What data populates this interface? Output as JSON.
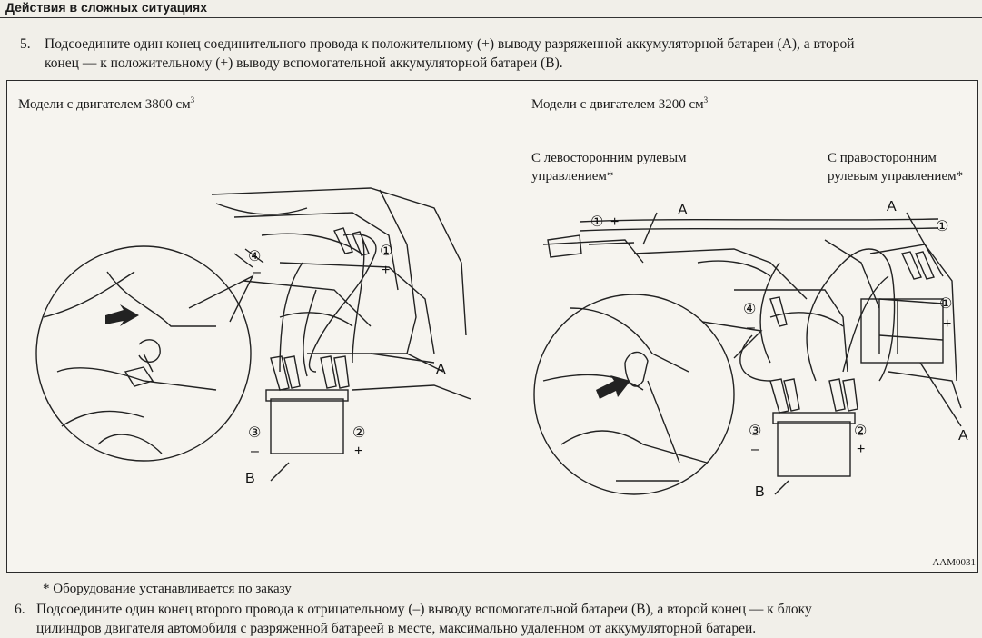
{
  "header": {
    "title": "Действия в сложных ситуациях"
  },
  "step5": {
    "number": "5.",
    "lines": [
      "Подсоедините один конец соединительного провода к положительному (+) выводу разряженной аккумуляторной батареи (А), а второй",
      "конец — к положительному (+) выводу вспомогательной аккумуляторной батареи (В)."
    ]
  },
  "figure": {
    "left_title": "Модели с двигателем 3800 см",
    "right_title": "Модели с двигателем 3200 см",
    "sup": "3",
    "lhd_lines": [
      "С левосторонним рулевым",
      "управлением*"
    ],
    "rhd_lines": [
      "С правосторонним",
      "рулевым управлением*"
    ],
    "code": "AAM0031",
    "callouts": {
      "one": "①",
      "two": "②",
      "three": "③",
      "four": "④",
      "plus": "+",
      "minus": "–",
      "a": "A",
      "b": "B"
    }
  },
  "footnote": "* Оборудование устанавливается по заказу",
  "step6": {
    "number": "6.",
    "lines": [
      "Подсоедините один конец второго провода к отрицательному (–) выводу вспомогательной батареи (В), а второй конец — к блоку",
      "цилиндров двигателя автомобиля с разряженной батареей в месте, максимально удаленном от аккумуляторной батареи."
    ]
  }
}
